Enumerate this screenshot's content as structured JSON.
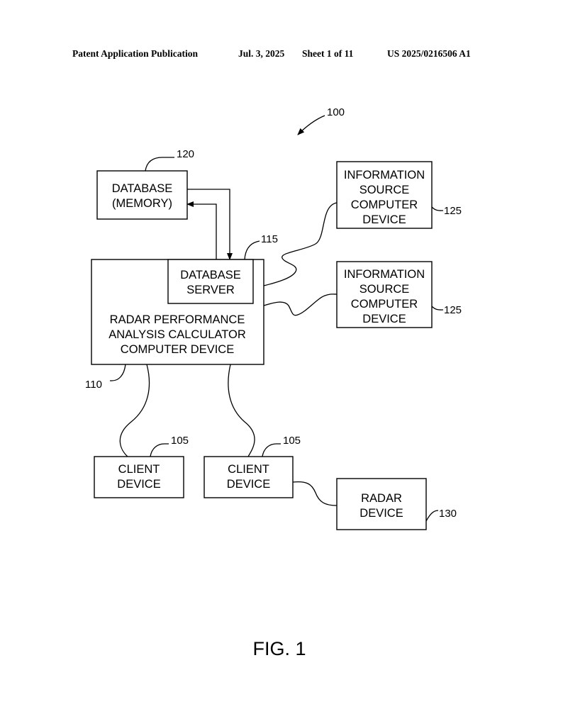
{
  "header": {
    "publication": "Patent Application Publication",
    "date": "Jul. 3, 2025",
    "sheet": "Sheet 1 of 11",
    "number": "US 2025/0216506 A1"
  },
  "diagram": {
    "system_ref": "100",
    "database": {
      "line1": "DATABASE",
      "line2": "(MEMORY)",
      "ref": "120"
    },
    "db_server": {
      "line1": "DATABASE",
      "line2": "SERVER",
      "ref": "115"
    },
    "calculator": {
      "line1": "RADAR PERFORMANCE",
      "line2": "ANALYSIS CALCULATOR",
      "line3": "COMPUTER DEVICE",
      "ref": "110"
    },
    "info_source_1": {
      "line1": "INFORMATION",
      "line2": "SOURCE",
      "line3": "COMPUTER",
      "line4": "DEVICE",
      "ref": "125"
    },
    "info_source_2": {
      "line1": "INFORMATION",
      "line2": "SOURCE",
      "line3": "COMPUTER",
      "line4": "DEVICE",
      "ref": "125"
    },
    "client_1": {
      "line1": "CLIENT",
      "line2": "DEVICE",
      "ref": "105"
    },
    "client_2": {
      "line1": "CLIENT",
      "line2": "DEVICE",
      "ref": "105"
    },
    "radar": {
      "line1": "RADAR",
      "line2": "DEVICE",
      "ref": "130"
    }
  },
  "figure_label": "FIG. 1"
}
